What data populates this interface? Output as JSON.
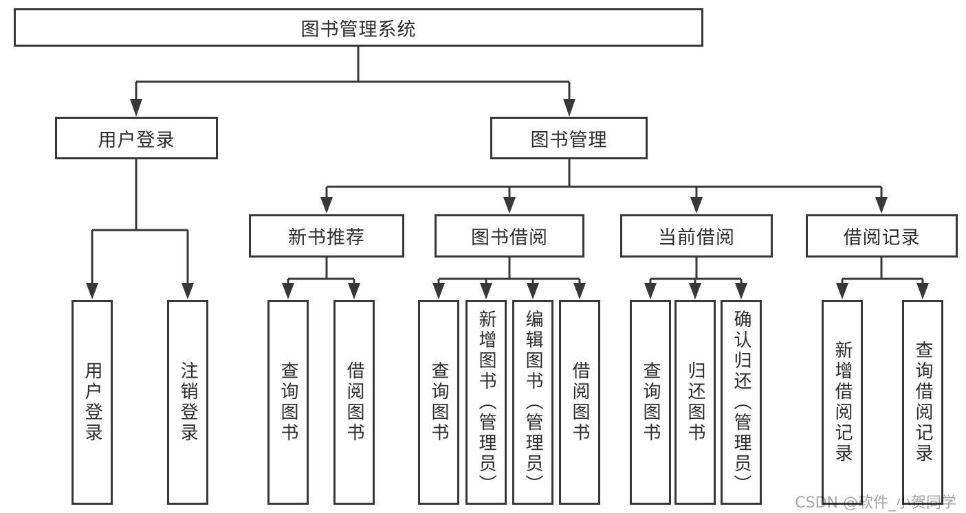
{
  "root": {
    "label": "图书管理系统"
  },
  "branches": {
    "user_login": {
      "label": "用户登录",
      "children": [
        "用户登录",
        "注销登录"
      ]
    },
    "book_mgmt": {
      "label": "图书管理"
    }
  },
  "modules": {
    "recommend": {
      "label": "新书推荐",
      "children": [
        "查询图书",
        "借阅图书"
      ]
    },
    "borrow": {
      "label": "图书借阅",
      "children": [
        "查询图书",
        "新增图书（管理员）",
        "编辑图书（管理员）",
        "借阅图书"
      ]
    },
    "current": {
      "label": "当前借阅",
      "children": [
        "查询图书",
        "归还图书",
        "确认归还（管理员）"
      ]
    },
    "records": {
      "label": "借阅记录",
      "children": [
        "新增借阅记录",
        "查询借阅记录"
      ]
    }
  },
  "watermark": "CSDN @软件_小贺同学",
  "colors": {
    "line": "#383838",
    "text": "#2d2d2d",
    "watermark": "#a6a6a6"
  }
}
